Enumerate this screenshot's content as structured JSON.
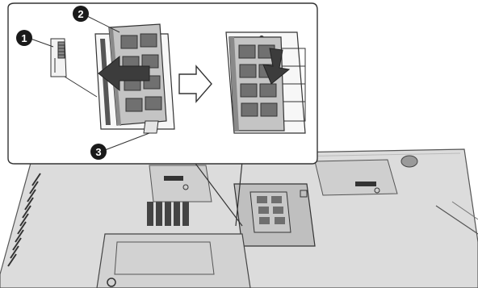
{
  "diagram": {
    "type": "technical-illustration",
    "subject": "memory-module-installation",
    "callouts": [
      {
        "number": "1"
      },
      {
        "number": "2"
      },
      {
        "number": "3"
      }
    ],
    "colors": {
      "outline": "#3a3a3a",
      "chassis": "#d9d9d9",
      "chassis_dark": "#9a9a9a",
      "module": "#bdbdbd",
      "chip": "#6f6f6f",
      "arrow": "#3c3c3c",
      "callout_bg": "#1a1a1a",
      "inset_bg": "#ffffff"
    }
  }
}
